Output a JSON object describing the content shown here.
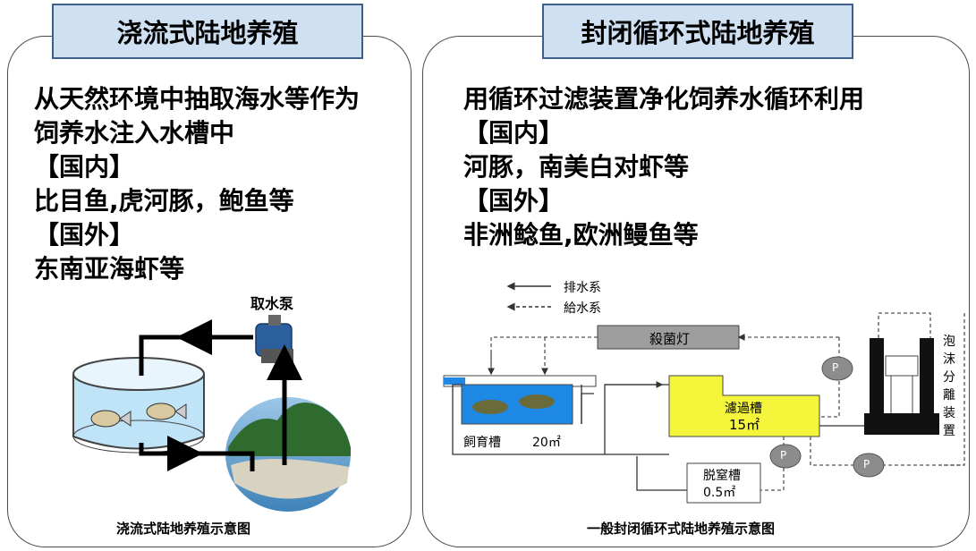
{
  "left_panel": {
    "title": "浇流式陆地养殖",
    "lines": [
      "从天然环境中抽取海水等作为",
      "饲养水注入水槽中",
      "【国内】",
      "比目鱼,虎河豚，鲍鱼等",
      "【国外】",
      "东南亚海虾等"
    ],
    "pump_label": "取水泵",
    "caption": "浇流式陆地养殖示意图"
  },
  "right_panel": {
    "title": "封闭循环式陆地养殖",
    "lines": [
      "用循环过滤装置净化饲养水循环利用",
      "【国内】",
      "河豚，南美白对虾等",
      "【国外】",
      "非洲鲶鱼,欧洲鳗鱼等"
    ],
    "legend": {
      "drain": "排水系",
      "supply": "給水系"
    },
    "sterilizer": "殺菌灯",
    "tank": {
      "label": "飼育槽",
      "size": "20㎡"
    },
    "filter": {
      "label": "濾過槽",
      "size": "15㎡"
    },
    "denitrify": {
      "label": "脱窒槽",
      "size": "0.5㎡"
    },
    "foam_separator": [
      "泡",
      "沫",
      "分",
      "離",
      "装",
      "置"
    ],
    "pump_mark": "P",
    "caption": "一般封闭循环式陆地养殖示意图"
  },
  "colors": {
    "tab_fill": "#cfe0f3",
    "tab_border": "#3f5f8a",
    "water": "#1e88e5",
    "filter": "#f5f53c",
    "lamp": "#9e9e9e"
  }
}
